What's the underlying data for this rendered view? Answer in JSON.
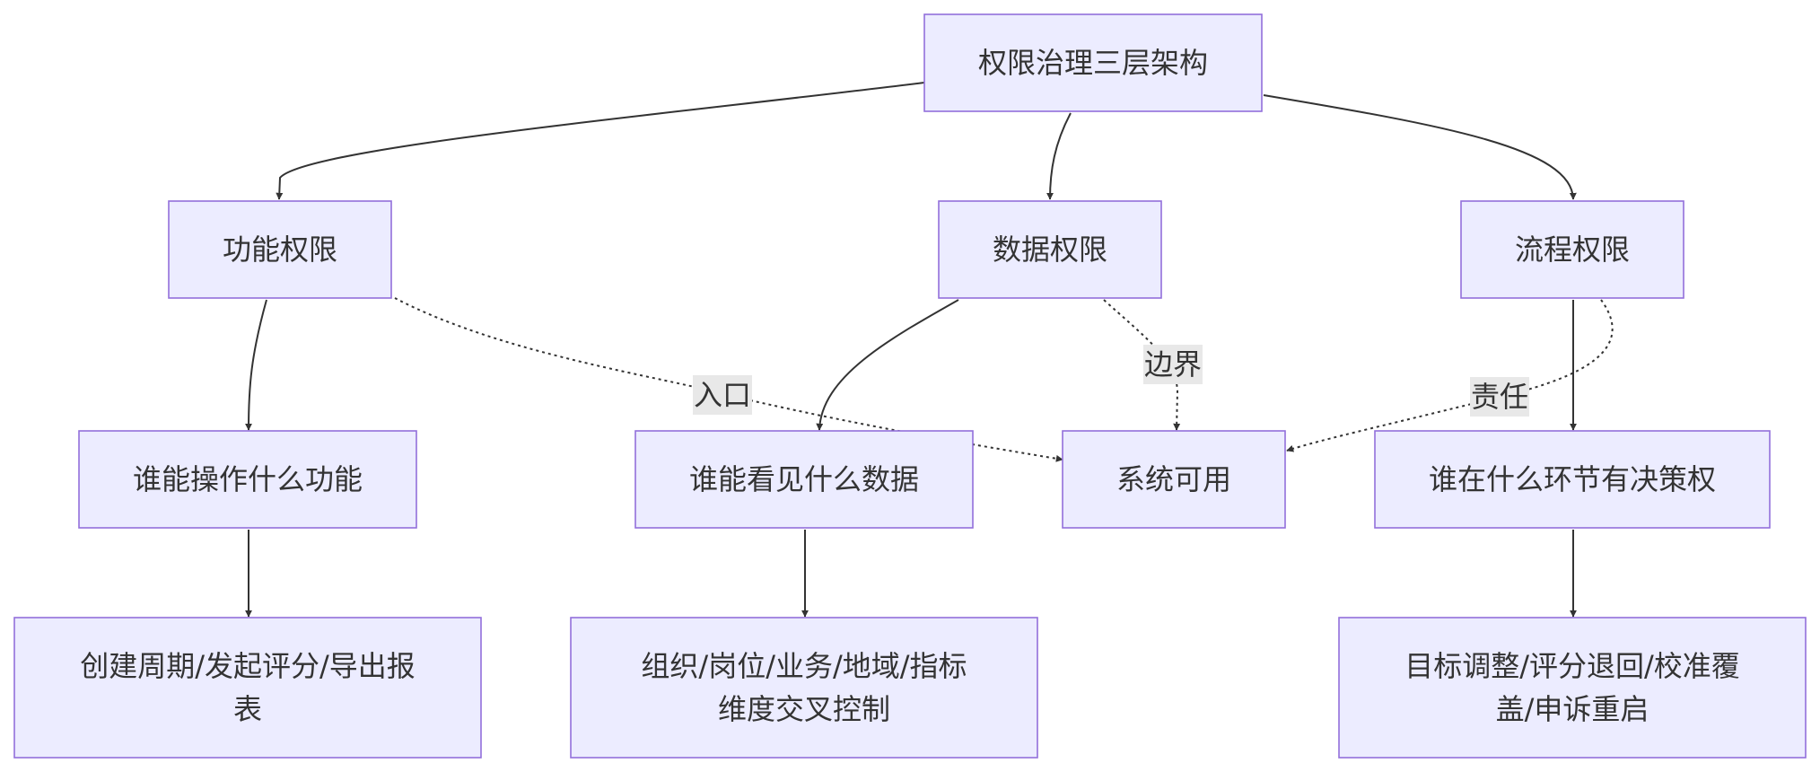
{
  "nodes": {
    "root": "权限治理三层架构",
    "func": "功能权限",
    "data": "数据权限",
    "flow": "流程权限",
    "func_who": "谁能操作什么功能",
    "data_who": "谁能看见什么数据",
    "system": "系统可用",
    "flow_who": "谁在什么环节有决策权",
    "func_detail_1": "创建周期/发起评分/导出报",
    "func_detail_2": "表",
    "data_detail_1": "组织/岗位/业务/地域/指标",
    "data_detail_2": "维度交叉控制",
    "flow_detail_1": "目标调整/评分退回/校准覆",
    "flow_detail_2": "盖/申诉重启"
  },
  "edge_labels": {
    "entry": "入口",
    "boundary": "边界",
    "responsibility": "责任"
  },
  "colors": {
    "node_fill": "#ECECFF",
    "node_stroke": "#9370DB",
    "edge": "#333333",
    "label_bg": "#e8e8e8",
    "text": "#333333"
  }
}
